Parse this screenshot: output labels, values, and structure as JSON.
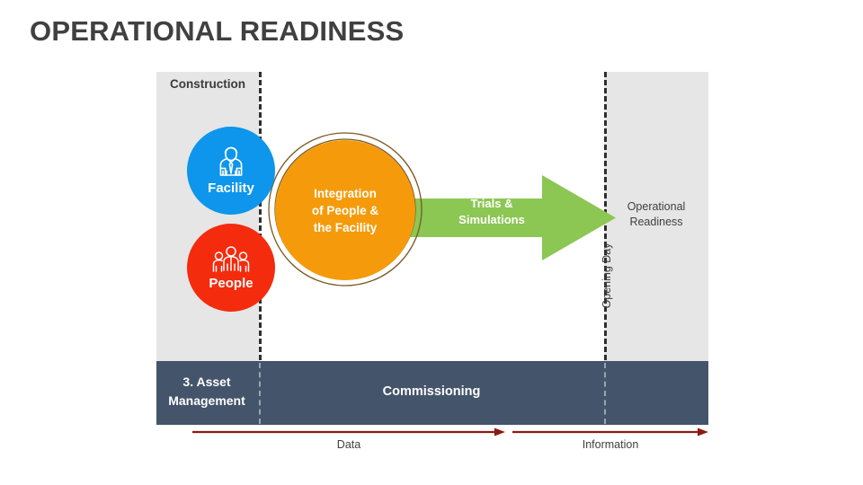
{
  "slide": {
    "title": "OPERATIONAL READINESS",
    "background": "#ffffff"
  },
  "phases": {
    "left": {
      "label": "Construction",
      "panel_color": "#e6e6e6"
    },
    "right": {
      "label": "Operational Readiness",
      "label_line1": "Operational",
      "label_line2": "Readiness",
      "panel_color": "#e6e6e6"
    },
    "milestone": {
      "label": "Opening Day",
      "line_style": "dashed",
      "line_color": "#2f2f2f"
    }
  },
  "bubbles": [
    {
      "key": "facility",
      "label": "Facility",
      "icon": "engineer-person-icon",
      "color": "#0d96eb"
    },
    {
      "key": "people",
      "label": "People",
      "icon": "group-of-people-icon",
      "color": "#f42b0d"
    },
    {
      "key": "integration",
      "label": "Integration of People & the Facility",
      "line1": "Integration",
      "line2": "of People &",
      "line3": "the Facility",
      "color": "#f59b0b",
      "ring_color": "#7a5a22",
      "ring_count": 3
    }
  ],
  "arrow": {
    "label": "Trials & Simulations",
    "line1": "Trials &",
    "line2": "Simulations",
    "color": "#8cc653",
    "direction": "right"
  },
  "bottom_bar": {
    "color": "#44546a",
    "left_label": "3. Asset Management",
    "left_label_line1": "3. Asset",
    "left_label_line2": "Management",
    "center_label": "Commissioning"
  },
  "flows": [
    {
      "key": "data",
      "label": "Data",
      "color": "#8c1a13",
      "direction": "right"
    },
    {
      "key": "information",
      "label": "Information",
      "color": "#8c1a13",
      "direction": "right"
    }
  ]
}
